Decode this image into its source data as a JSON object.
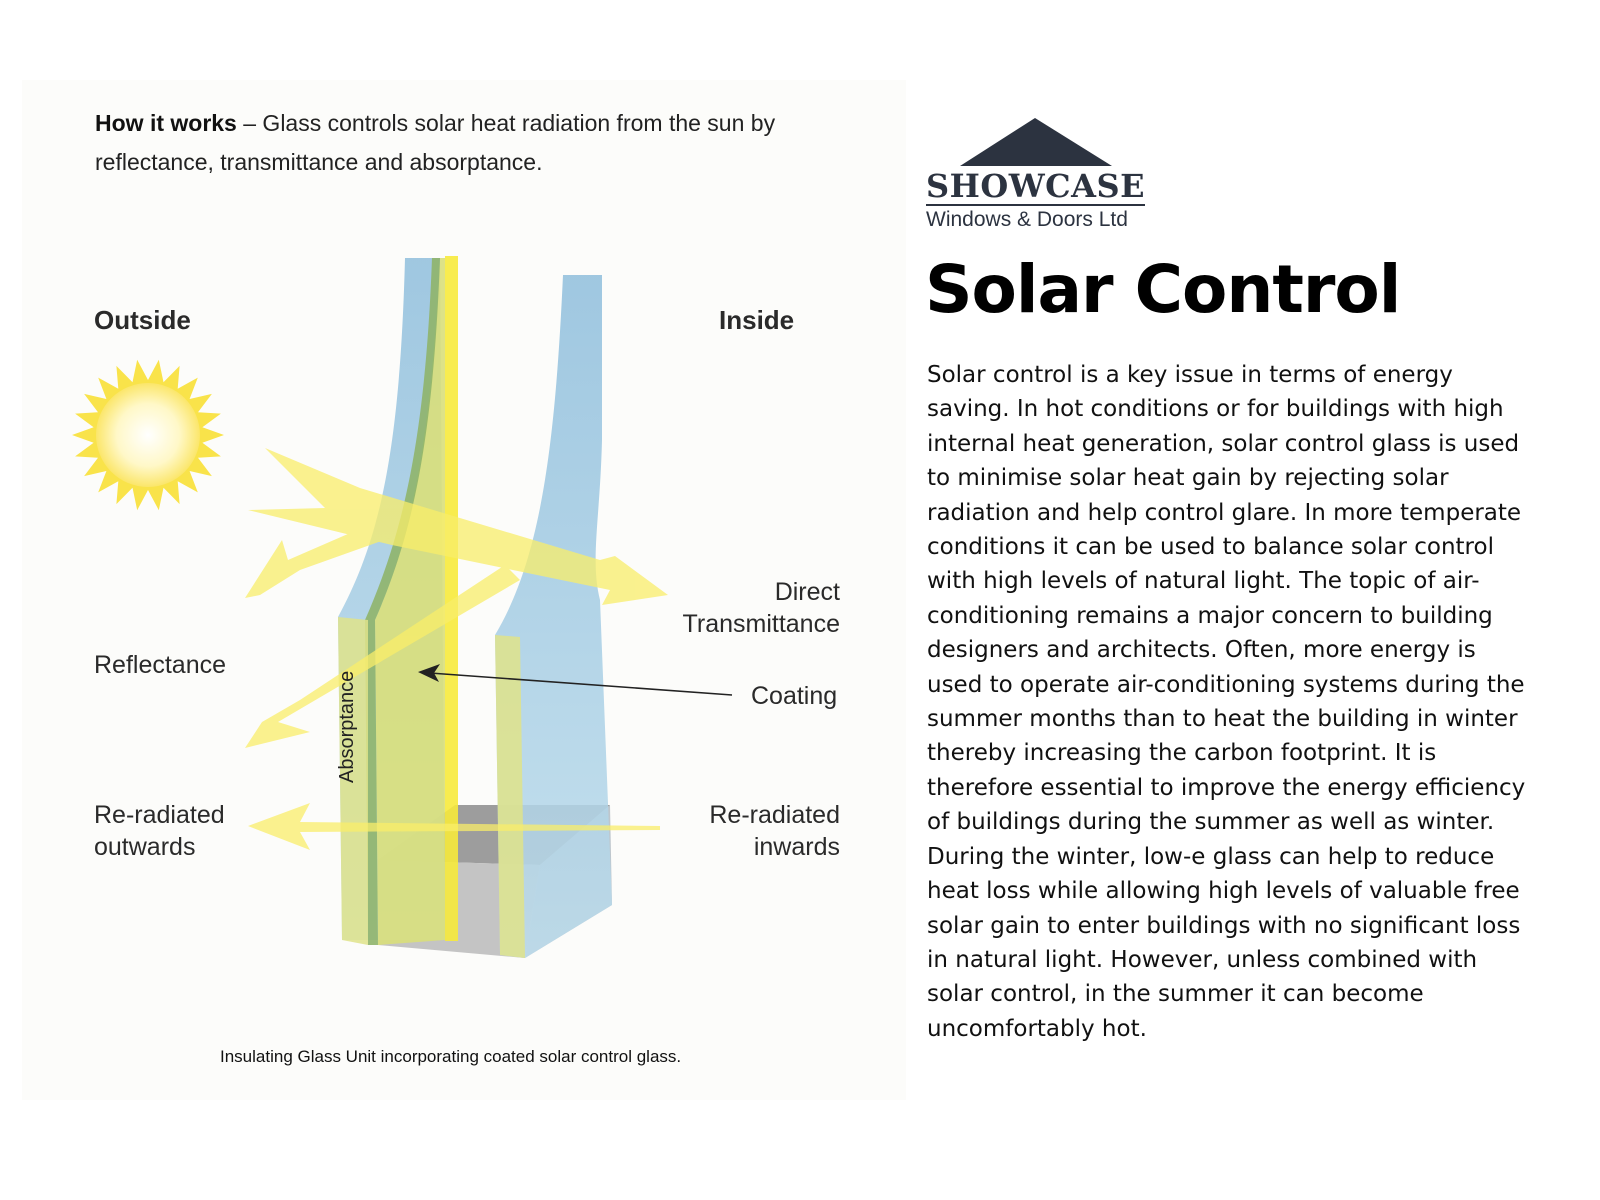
{
  "intro": {
    "bold": "How it works",
    "text": " – Glass controls solar heat radiation from the sun by reflectance, transmittance and absorptance."
  },
  "diagram": {
    "outside": "Outside",
    "inside": "Inside",
    "reflectance": "Reflectance",
    "reradiated_out_1": "Re-radiated",
    "reradiated_out_2": "outwards",
    "direct_1": "Direct",
    "direct_2": "Transmittance",
    "coating": "Coating",
    "reradiated_in_1": "Re-radiated",
    "reradiated_in_2": "inwards",
    "absorptance": "Absorptance",
    "caption": "Insulating Glass Unit incorporating coated solar control glass.",
    "colors": {
      "glass": "#9cc6df",
      "yellow": "#f7ea3c",
      "ray": "#fbf07a",
      "gray": "#9a9a9a"
    }
  },
  "logo": {
    "name": "SHOWCASE",
    "sub": "Windows & Doors Ltd",
    "color": "#2c3340"
  },
  "title": "Solar Control",
  "body": "Solar control is a key issue in terms of energy saving. In hot conditions or for buildings with high internal heat generation, solar control glass is used to minimise solar heat gain by rejecting solar radiation and help control glare. In more temperate conditions it can be used to balance solar control with high levels of natural light. The topic of air-conditioning remains a major concern to building designers and architects. Often, more energy is used to operate air-conditioning systems during the summer months than to heat the building in winter thereby increasing the carbon footprint. It is therefore essential to improve the energy efficiency of buildings during the summer as well as winter. During the winter, low-e glass can help to reduce heat loss while allowing high levels of valuable free solar gain to enter buildings with no significant loss in natural light. However, unless combined with solar control, in the summer it can become uncomfortably hot."
}
